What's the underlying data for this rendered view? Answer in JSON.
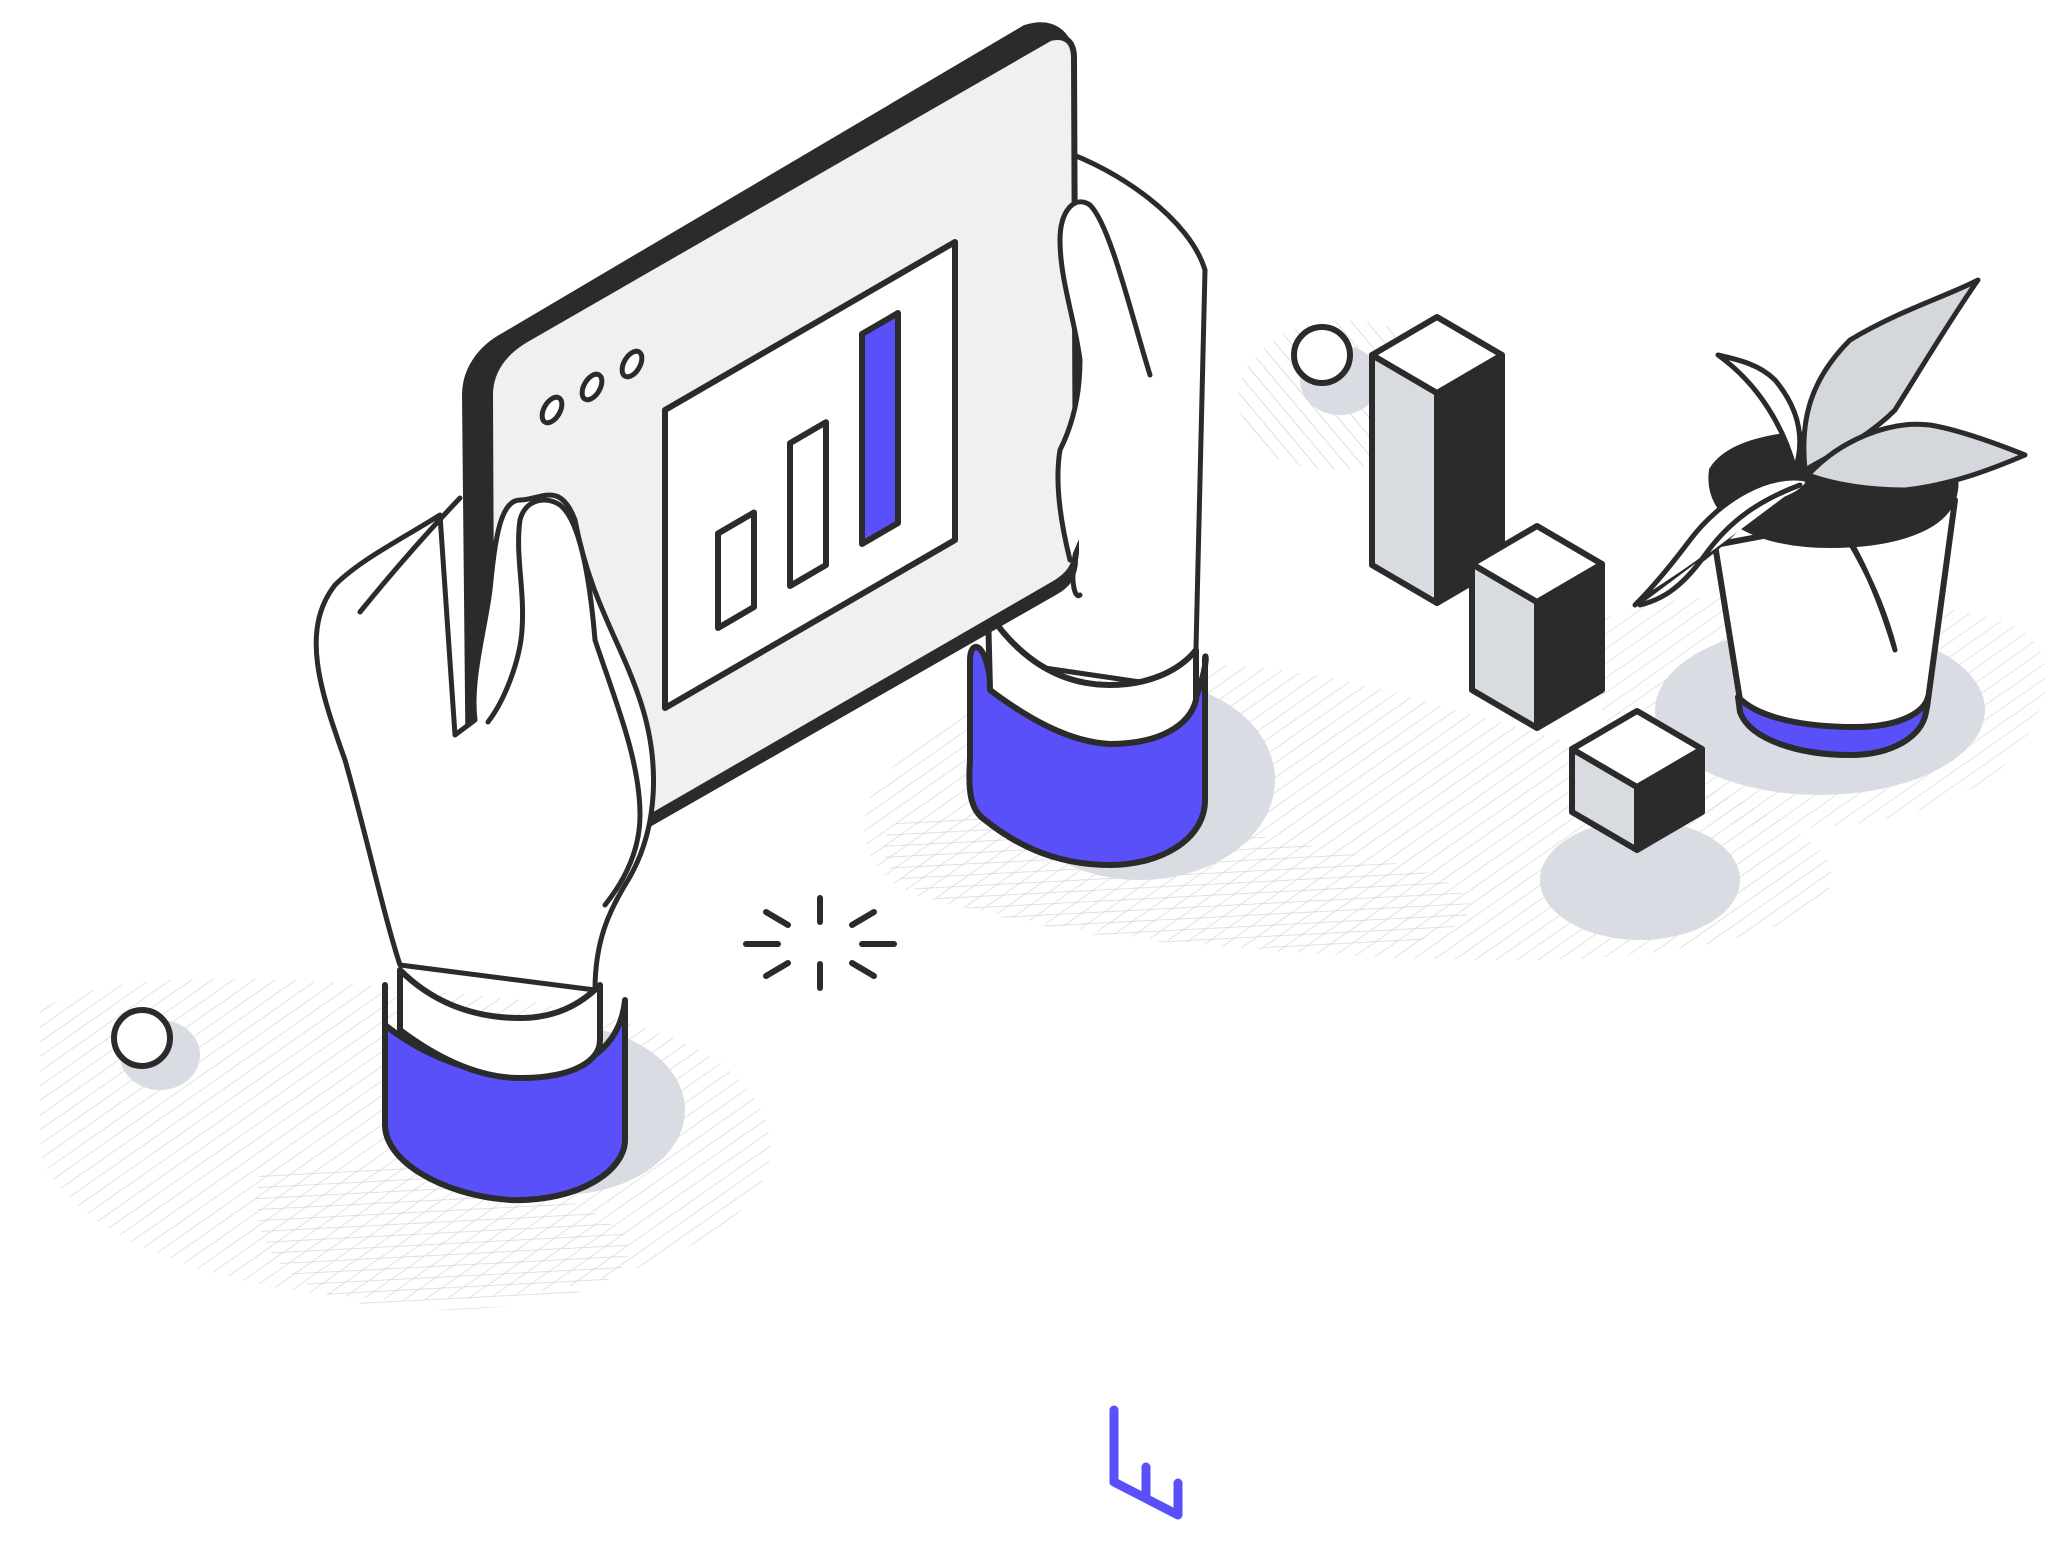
{
  "colors": {
    "accent": "#5a50fa",
    "ink": "#2b2b2b",
    "screen": "#eff0f2",
    "block": "#d8dce0",
    "leaf": "#d4d8dc",
    "shadow": "#d9dde3",
    "hatch": "#d6d6d6",
    "background": "#ffffff"
  },
  "screen_bars": [
    {
      "level": 0.45,
      "highlight": false
    },
    {
      "level": 0.68,
      "highlight": false
    },
    {
      "level": 1.0,
      "highlight": true
    }
  ],
  "window_dots": 3,
  "blocks": [
    {
      "level": 1.0
    },
    {
      "level": 0.6
    },
    {
      "level": 0.3
    }
  ],
  "icons": {
    "hands": "hands-holding-tablet-icon",
    "tablet": "tablet-icon",
    "chart": "bar-chart-icon",
    "blocks": "isometric-bar-blocks-icon",
    "plant": "potted-plant-icon",
    "sparkle": "sparkle-icon",
    "circles": "circle-decoration-icon",
    "logo": "brand-logo-icon"
  }
}
